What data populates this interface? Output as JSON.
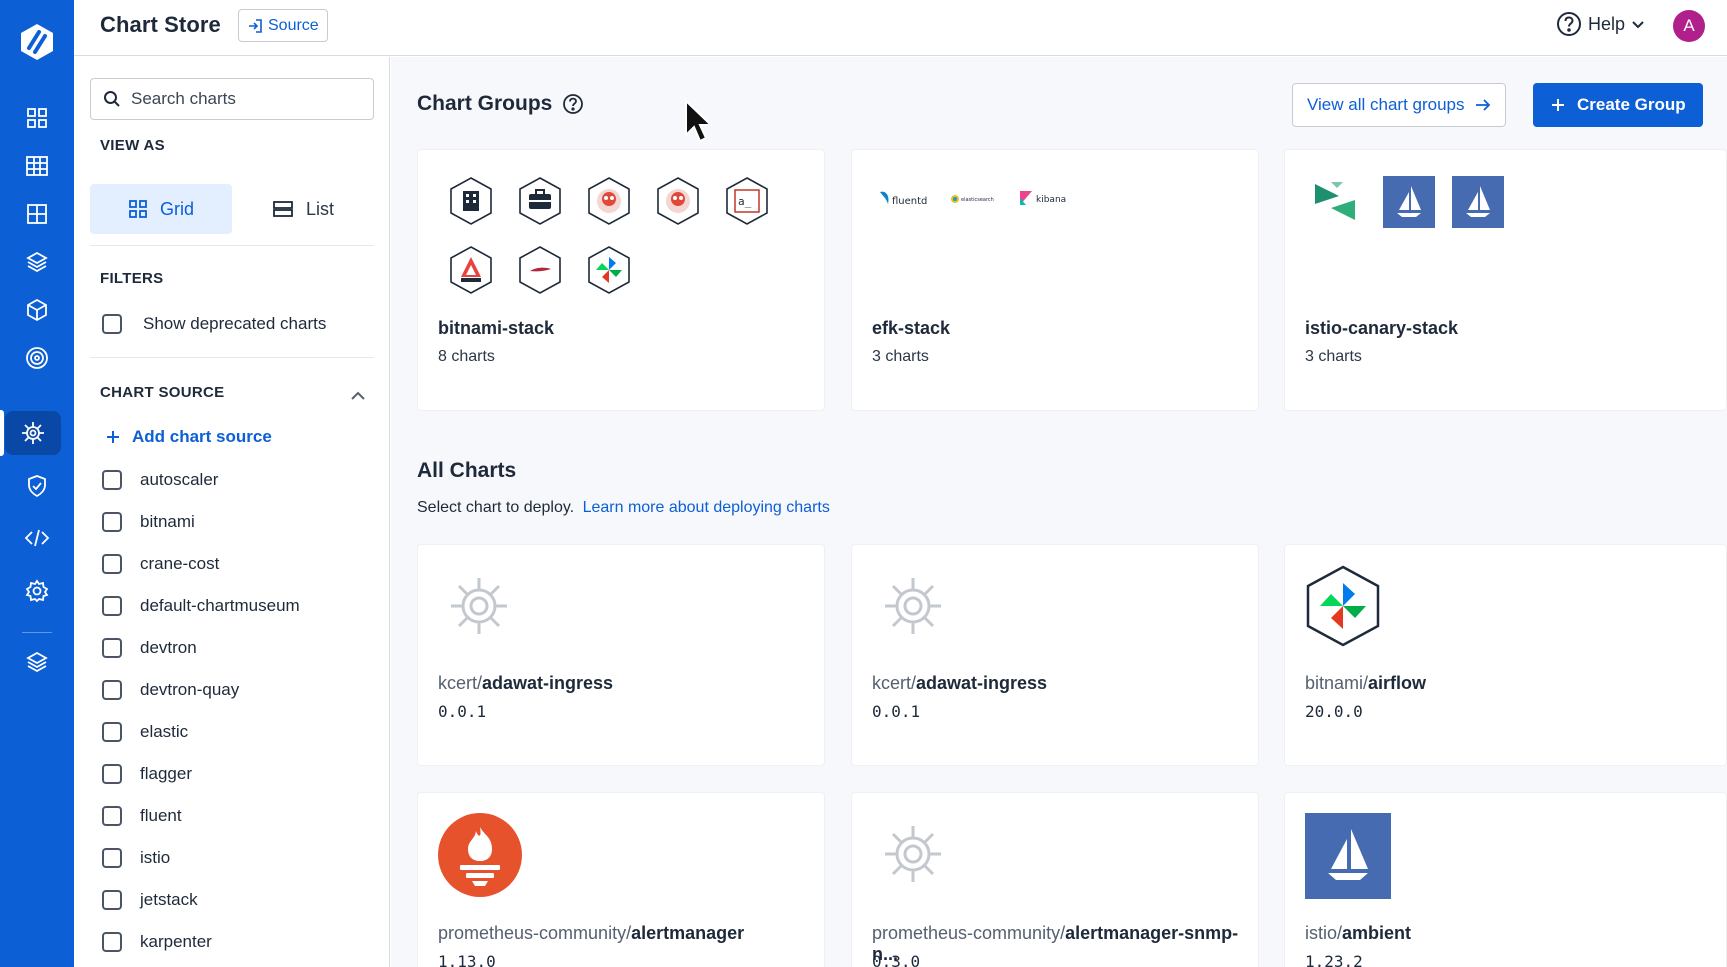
{
  "nav": {
    "items": [
      {
        "icon": "apps-grid-icon"
      },
      {
        "icon": "app-groups-icon"
      },
      {
        "icon": "dashboard-icon"
      },
      {
        "icon": "stack-icon"
      },
      {
        "icon": "cube-icon"
      },
      {
        "icon": "target-icon"
      },
      {
        "icon": "helm-chart-icon",
        "active": true
      },
      {
        "icon": "security-shield-icon"
      },
      {
        "icon": "code-icon"
      },
      {
        "icon": "settings-gear-icon"
      },
      {
        "icon": "layers-icon"
      }
    ]
  },
  "header": {
    "title": "Chart Store",
    "source_label": "Source",
    "help_label": "Help",
    "avatar_initial": "A"
  },
  "sidebar": {
    "search_placeholder": "Search charts",
    "view_as_label": "VIEW AS",
    "view_options": [
      "Grid",
      "List"
    ],
    "filters_label": "FILTERS",
    "deprecated_label": "Show deprecated charts",
    "chart_source_label": "CHART SOURCE",
    "add_source_label": "Add chart source",
    "sources": [
      "autoscaler",
      "bitnami",
      "crane-cost",
      "default-chartmuseum",
      "devtron",
      "devtron-quay",
      "elastic",
      "flagger",
      "fluent",
      "istio",
      "jetstack",
      "karpenter"
    ]
  },
  "chart_groups": {
    "title": "Chart Groups",
    "view_all_label": "View all chart groups",
    "create_label": "Create Group",
    "groups": [
      {
        "name": "bitnami-stack",
        "count": "8 charts"
      },
      {
        "name": "efk-stack",
        "count": "3 charts",
        "logos": [
          "fluentd",
          "elasticsearch",
          "kibana"
        ]
      },
      {
        "name": "istio-canary-stack",
        "count": "3 charts"
      }
    ]
  },
  "all_charts": {
    "title": "All Charts",
    "description": "Select chart to deploy.",
    "learn_more": "Learn more about deploying charts",
    "charts": [
      {
        "repo": "kcert/",
        "name": "adawat-ingress",
        "version": "0.0.1"
      },
      {
        "repo": "kcert/",
        "name": "adawat-ingress",
        "version": "0.0.1"
      },
      {
        "repo": "bitnami/",
        "name": "airflow",
        "version": "20.0.0"
      },
      {
        "repo": "prometheus-community/",
        "name": "alertmanager",
        "version": "1.13.0"
      },
      {
        "repo": "prometheus-community/",
        "name": "alertmanager-snmp-n...",
        "version": "0.3.0"
      },
      {
        "repo": "istio/",
        "name": "ambient",
        "version": "1.23.2"
      }
    ]
  },
  "colors": {
    "brand": "#0d5fd6",
    "nav_active": "#0948a6",
    "avatar": "#b01f8b",
    "prometheus": "#e6522c",
    "istio": "#466bb0"
  }
}
